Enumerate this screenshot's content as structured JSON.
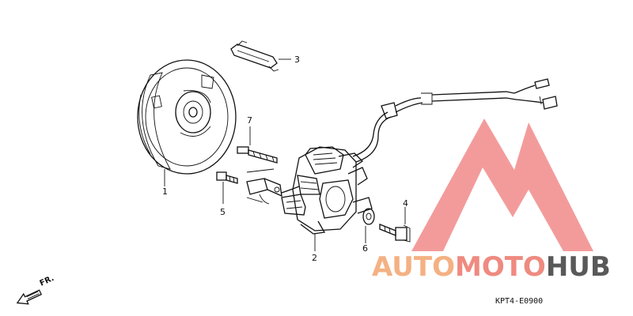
{
  "diagram": {
    "callouts": [
      {
        "id": "1",
        "label": "1"
      },
      {
        "id": "2",
        "label": "2"
      },
      {
        "id": "3",
        "label": "3"
      },
      {
        "id": "4",
        "label": "4"
      },
      {
        "id": "5",
        "label": "5"
      },
      {
        "id": "6",
        "label": "6"
      },
      {
        "id": "7",
        "label": "7"
      }
    ],
    "diagram_code": "KPT4-E0900",
    "direction_label": "FR.",
    "watermark": {
      "part_a": "AUTO",
      "part_b": "MOTO",
      "part_c": "HUB",
      "color_a": "#f4b183",
      "color_b": "#ef8a80",
      "color_c": "#595959",
      "logo_color": "#ef6f6f"
    }
  }
}
